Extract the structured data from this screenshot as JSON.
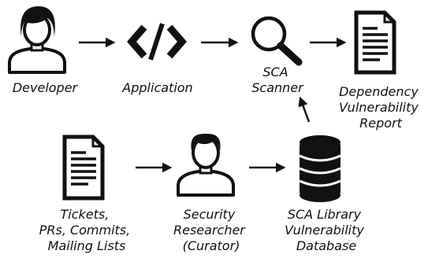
{
  "colors": {
    "stroke": "#111111",
    "fill_dark": "#111111",
    "fill_light": "#ffffff",
    "hair": "#111111"
  },
  "nodes": {
    "developer": {
      "icon": "person-outline-icon",
      "label_lines": [
        "Developer"
      ]
    },
    "application": {
      "icon": "code-brackets-icon",
      "label_lines": [
        "Application"
      ]
    },
    "sca_scanner": {
      "icon": "magnifier-icon",
      "label_lines": [
        "SCA",
        "Scanner"
      ]
    },
    "report": {
      "icon": "document-icon",
      "label_lines": [
        "Dependency",
        "Vulnerability",
        "Report"
      ]
    },
    "tickets": {
      "icon": "document-icon",
      "label_lines": [
        "Tickets,",
        "PRs, Commits,",
        "Mailing Lists"
      ]
    },
    "researcher": {
      "icon": "person-outline-icon",
      "label_lines": [
        "Security",
        "Researcher",
        "(Curator)"
      ]
    },
    "database": {
      "icon": "database-icon",
      "label_lines": [
        "SCA Library",
        "Vulnerability",
        "Database"
      ]
    }
  },
  "edges": [
    {
      "from": "developer",
      "to": "application"
    },
    {
      "from": "application",
      "to": "sca_scanner"
    },
    {
      "from": "sca_scanner",
      "to": "report"
    },
    {
      "from": "tickets",
      "to": "researcher"
    },
    {
      "from": "researcher",
      "to": "database"
    },
    {
      "from": "database",
      "to": "sca_scanner"
    }
  ]
}
